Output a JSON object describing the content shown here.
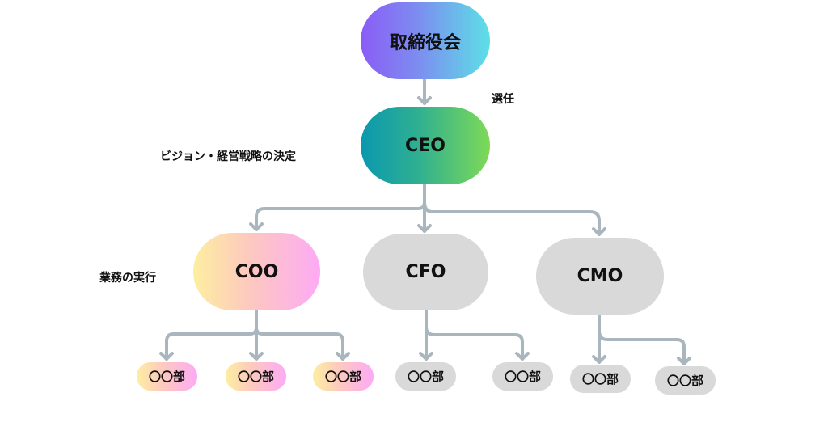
{
  "diagram": {
    "type": "org-chart",
    "connector_color": "#aab6bd",
    "nodes": {
      "board": {
        "label": "取締役会",
        "colors": [
          "#8b5cf6",
          "#5ce0e6"
        ]
      },
      "ceo": {
        "label": "CEO",
        "colors": [
          "#0a98b0",
          "#7ed957"
        ]
      },
      "coo": {
        "label": "COO",
        "colors": [
          "#fdeea0",
          "#fdaaf5"
        ]
      },
      "cfo": {
        "label": "CFO",
        "color": "#d9d9d9"
      },
      "cmo": {
        "label": "CMO",
        "color": "#d9d9d9"
      }
    },
    "departments": {
      "coo": [
        "〇〇部",
        "〇〇部",
        "〇〇部"
      ],
      "cfo": [
        "〇〇部",
        "〇〇部"
      ],
      "cmo": [
        "〇〇部",
        "〇〇部"
      ]
    },
    "annotations": {
      "board_to_ceo": "選任",
      "ceo_role": "ビジョン・経営戦略の決定",
      "coo_role": "業務の実行"
    },
    "edges": [
      [
        "board",
        "ceo"
      ],
      [
        "ceo",
        "coo"
      ],
      [
        "ceo",
        "cfo"
      ],
      [
        "ceo",
        "cmo"
      ],
      [
        "coo",
        "coo-dept-1"
      ],
      [
        "coo",
        "coo-dept-2"
      ],
      [
        "coo",
        "coo-dept-3"
      ],
      [
        "cfo",
        "cfo-dept-1"
      ],
      [
        "cfo",
        "cfo-dept-2"
      ],
      [
        "cmo",
        "cmo-dept-1"
      ],
      [
        "cmo",
        "cmo-dept-2"
      ]
    ]
  }
}
